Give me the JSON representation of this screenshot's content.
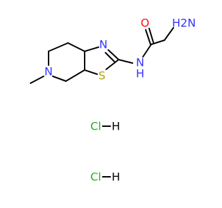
{
  "molecule": {
    "colors": {
      "carbon": "#000000",
      "nitrogen": "#3333ff",
      "oxygen": "#ff0d0d",
      "sulfur": "#b3a300",
      "chlorine": "#1fb31f",
      "hydrogen": "#000000"
    },
    "atoms": {
      "nh2": "H2N",
      "o": "O",
      "nh": "N",
      "nh_h": "H",
      "n_thiazole": "N",
      "s": "S",
      "n_ring": "N",
      "hcl_1": "Cl",
      "hcl_1_h": "H",
      "hcl_2": "Cl",
      "hcl_2_h": "H"
    }
  }
}
